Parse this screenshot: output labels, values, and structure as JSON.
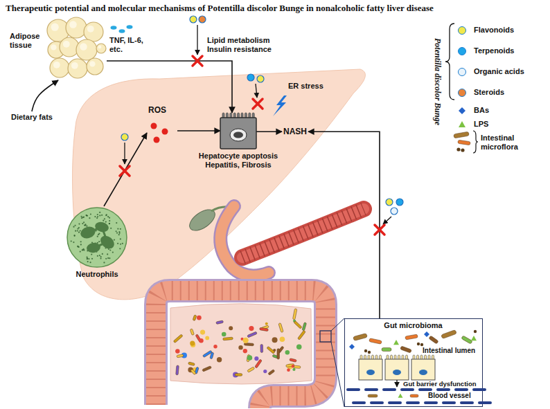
{
  "diagram": {
    "title": "Therapeutic potential and molecular mechanisms of Potentilla discolor Bunge in nonalcoholic fatty liver disease",
    "nodes": [
      {
        "text": [
          "Adipose tissue"
        ]
      },
      {
        "text": [
          "Dietary fats"
        ]
      },
      {
        "text": [
          "ROS"
        ]
      },
      {
        "text": [
          "Hepatocyte apoptosis Hepatitis, Fibrosis"
        ]
      },
      {
        "text": [
          "NASH"
        ]
      },
      {
        "text": [
          "Neutrophils"
        ]
      },
      {
        "text": [
          "Gut microbioma",
          "Intestinal lumen",
          "Gut barrier dysfunction",
          "Blood vessel"
        ]
      }
    ],
    "edges": [
      {
        "from": 1,
        "to": 0,
        "arrow": "to"
      },
      {
        "from": 0,
        "to": 3,
        "label": "Lipid metabolism Insulin resistance",
        "arrow": "to"
      },
      {
        "from": 5,
        "to": 2,
        "arrow": "to"
      },
      {
        "from": 2,
        "to": 3,
        "arrow": "to"
      },
      {
        "from": 3,
        "to": 4,
        "arrow": "to"
      },
      {
        "from": 6,
        "to": 4,
        "arrow": "to"
      }
    ],
    "labels": [
      "TNF, IL-6, etc.",
      "ER stress",
      "Potentilla discolor Bunge"
    ],
    "legend": [
      {
        "text": "Flavonoids",
        "color": "#f2e84b"
      },
      {
        "text": "Terpenoids",
        "color": "#1ea5e9"
      },
      {
        "text": "Organic acids",
        "color": "#e8f3fb"
      },
      {
        "text": "Steroids",
        "color": "#e8833a"
      },
      {
        "text": "BAs"
      },
      {
        "text": "LPS"
      },
      {
        "text": "Intestinal microflora"
      }
    ]
  }
}
